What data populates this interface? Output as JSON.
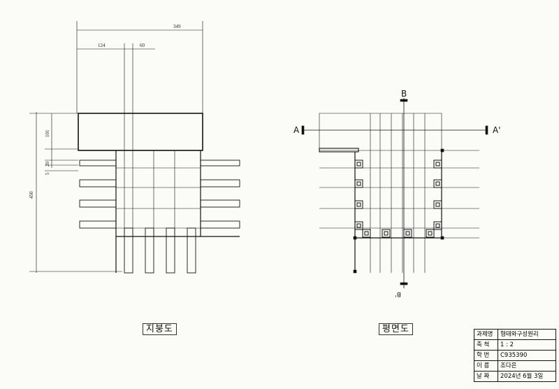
{
  "dimensions": {
    "total_width": "349",
    "width_a": "124",
    "width_b": "60",
    "total_height": "450",
    "roof_depth": "101",
    "slat_height": "20",
    "slat_gap": "5"
  },
  "section_marks": {
    "a_left": "A",
    "a_right": "A'",
    "b_top": "B",
    "b_bottom": "B'"
  },
  "captions": {
    "roof_plan": "지붕도",
    "floor_plan": "평면도"
  },
  "title_block": {
    "rows": [
      {
        "key": "과제명",
        "value": "형태와구성원리"
      },
      {
        "key": "축 척",
        "value": "1 : 2"
      },
      {
        "key": "학 번",
        "value": "C935390"
      },
      {
        "key": "이 름",
        "value": "조다은"
      },
      {
        "key": "날 짜",
        "value": "2024년 6월 3일"
      }
    ]
  },
  "colors": {
    "ink": "#111111",
    "paper": "#fbfbf8"
  }
}
